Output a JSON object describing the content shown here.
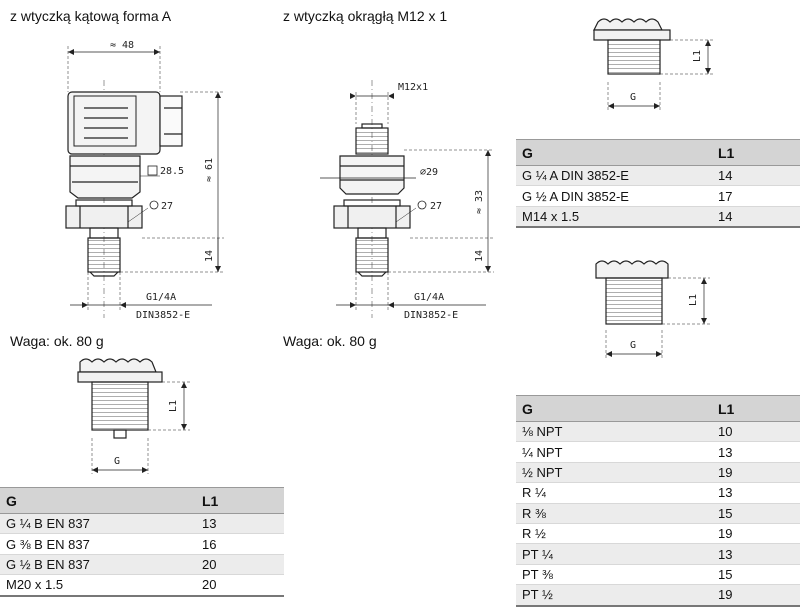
{
  "captions": {
    "angular_plug": "z wtyczką kątową forma A",
    "round_plug": "z wtyczką okrągłą M12 x 1",
    "weight_left": "Waga: ok. 80 g",
    "weight_right": "Waga: ok. 80 g"
  },
  "dims": {
    "width_48": "≈ 48",
    "square_28": "28.5",
    "hex_27_a": "27",
    "height_61": "≈ 61",
    "thread_14_a": "14",
    "g14_a": "G1/4A",
    "din_a": "DIN3852-E",
    "m12": "M12x1",
    "dia_29": "⌀29",
    "hex_27_b": "27",
    "height_33": "≈ 33",
    "thread_14_b": "14",
    "g14_b": "G1/4A",
    "din_b": "DIN3852-E",
    "l1_1": "L1",
    "g_1": "G",
    "l1_2": "L1",
    "g_2": "G",
    "l1_3": "L1",
    "g_3": "G"
  },
  "table_top": {
    "headers": [
      "G",
      "L1"
    ],
    "rows": [
      [
        "G ¼ A DIN 3852-E",
        "14"
      ],
      [
        "G ½ A DIN 3852-E",
        "17"
      ],
      [
        "M14 x 1.5",
        "14"
      ]
    ]
  },
  "table_left": {
    "headers": [
      "G",
      "L1"
    ],
    "rows": [
      [
        "G ¼ B EN 837",
        "13"
      ],
      [
        "G ⅜ B EN 837",
        "16"
      ],
      [
        "G ½ B EN 837",
        "20"
      ],
      [
        "M20 x 1.5",
        "20"
      ]
    ]
  },
  "table_right": {
    "headers": [
      "G",
      "L1"
    ],
    "rows": [
      [
        "⅛ NPT",
        "10"
      ],
      [
        "¼ NPT",
        "13"
      ],
      [
        "½ NPT",
        "19"
      ],
      [
        "R ¼",
        "13"
      ],
      [
        "R ⅜",
        "15"
      ],
      [
        "R ½",
        "19"
      ],
      [
        "PT ¼",
        "13"
      ],
      [
        "PT ⅜",
        "15"
      ],
      [
        "PT ½",
        "19"
      ]
    ]
  }
}
